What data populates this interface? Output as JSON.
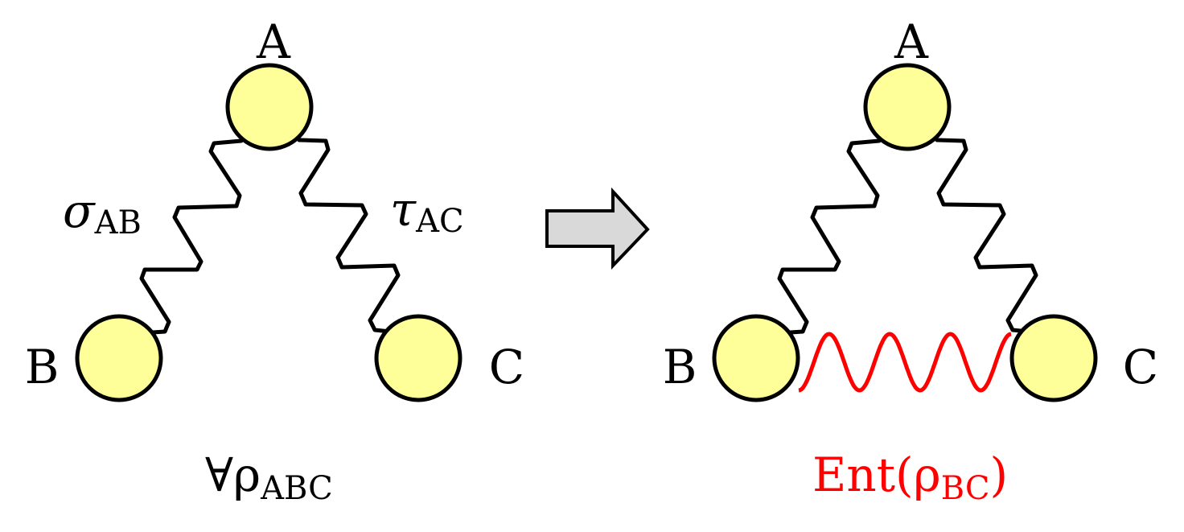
{
  "left": {
    "nodes": {
      "a": "A",
      "b": "B",
      "c": "C"
    },
    "edge_ab": {
      "symbol": "σ",
      "sub": "AB"
    },
    "edge_ac": {
      "symbol": "τ",
      "sub": "AC"
    },
    "caption": {
      "prefix": "∀ρ",
      "sub": "ABC"
    }
  },
  "right": {
    "nodes": {
      "a": "A",
      "b": "B",
      "c": "C"
    },
    "caption": {
      "prefix": "Ent(ρ",
      "sub": "BC",
      "suffix": ")"
    }
  },
  "colors": {
    "node_fill": "#ffff99",
    "entangle": "#ff0000",
    "arrow_fill": "#d9d9d9"
  }
}
